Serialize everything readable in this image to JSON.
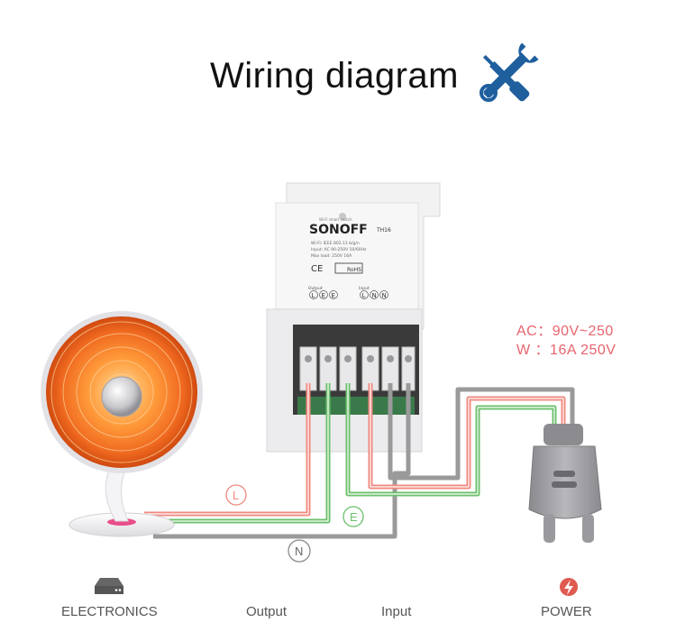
{
  "title": "Wiring diagram",
  "device": {
    "brand": "SONOFF",
    "model": "TH16",
    "subtitle": "Wi-Fi smart switch",
    "line1": "Wi-Fi: IEEE 802.11 b/g/n",
    "line2": "Input: AC 90-250V 50/60Hz",
    "line3": "Max load: 250V 16A",
    "ce": "CE",
    "rohs": "RoHS",
    "output_label": "Output",
    "input_label": "Input",
    "terminals": [
      "L",
      "E",
      "E",
      "L",
      "N",
      "N"
    ]
  },
  "specs": {
    "ac": "AC：90V~250",
    "w": "W ：16A  250V"
  },
  "wire_labels": {
    "live": "L",
    "earth": "E",
    "neutral": "N"
  },
  "footer": {
    "electronics": "ELECTRONICS",
    "output": "Output",
    "input": "Input",
    "power": "POWER"
  },
  "colors": {
    "live": "#f08a80",
    "earth": "#6cc06c",
    "neutral": "#9a9a9a",
    "spec_text": "#e8646e",
    "icon_blue": "#1f5f9e",
    "power_icon": "#e05a4f"
  },
  "icons": [
    "tools-icon",
    "electronics-icon",
    "power-icon"
  ]
}
